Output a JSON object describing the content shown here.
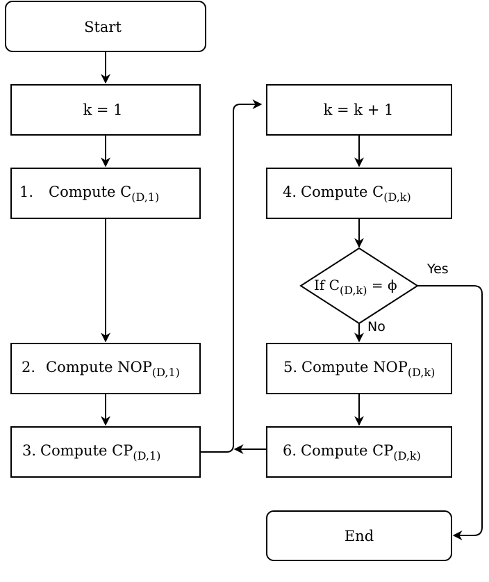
{
  "nodes": {
    "start": {
      "text": "Start"
    },
    "k_init": {
      "text": "k = 1"
    },
    "step1": {
      "num": "1.",
      "text": "Compute C",
      "sub": "(D,1)"
    },
    "step2": {
      "num": "2.",
      "text": "Compute NOP",
      "sub": "(D,1)"
    },
    "step3": {
      "num": "3.",
      "text": "Compute CP",
      "sub": "(D,1)"
    },
    "k_inc": {
      "text": "k = k + 1"
    },
    "step4": {
      "num": "4.",
      "text": "Compute C",
      "sub": "(D,k)"
    },
    "decision": {
      "text": "If C",
      "sub": "(D,k)",
      "tail": " = ϕ"
    },
    "step5": {
      "num": "5.",
      "text": "Compute NOP",
      "sub": "(D,k)"
    },
    "step6": {
      "num": "6.",
      "text": "Compute CP",
      "sub": "(D,k)"
    },
    "end": {
      "text": "End"
    }
  },
  "edge_labels": {
    "yes": "Yes",
    "no": "No"
  },
  "colors": {
    "stroke": "#000000",
    "fill": "#ffffff",
    "text": "#000000"
  }
}
